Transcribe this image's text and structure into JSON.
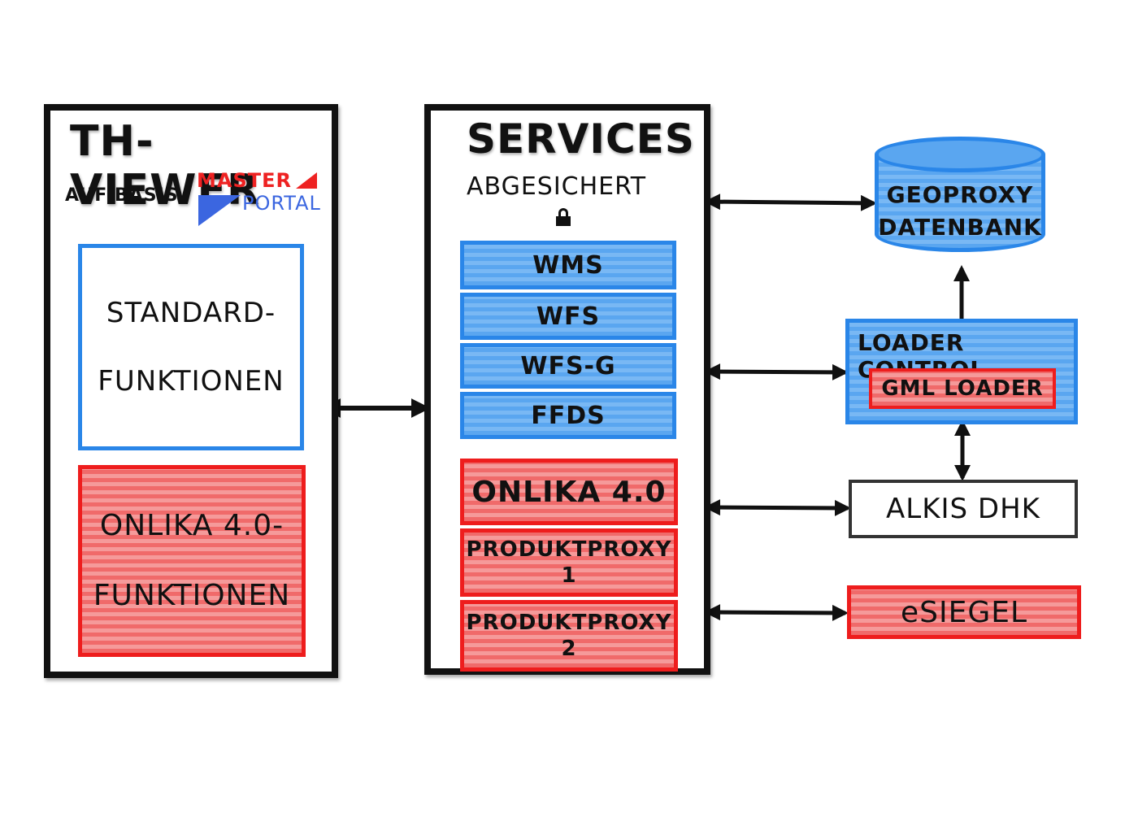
{
  "viewer": {
    "title": "Th- VIEWER",
    "subtitle": "AUF BASIS",
    "logo_line1": "MASTER",
    "logo_line2": "PORTAL",
    "standard_functions": "STANDARD-\nFUNKTIONEN",
    "onlika_functions": "ONLIKA 4.0-\nFUNKTIONEN"
  },
  "services": {
    "title": "SERVICES",
    "subtitle": "ABGESICHERT",
    "secured_items": [
      "WMS",
      "WFS",
      "WFS-G",
      "FFDS"
    ],
    "red_items": [
      "ONLIKA 4.0",
      "PRODUKTPROXY\n1",
      "PRODUKTPROXY\n2"
    ]
  },
  "right": {
    "database": "GEOPROXY\nDATENBANK",
    "loader_control": "LOADER CONTROL",
    "gml_loader": "GML LOADER",
    "alkis": "ALKIS DHK",
    "esiegel": "eSIEGEL"
  },
  "colors": {
    "blue": "#2a86e8",
    "red": "#ee1d1d",
    "black": "#111111"
  }
}
